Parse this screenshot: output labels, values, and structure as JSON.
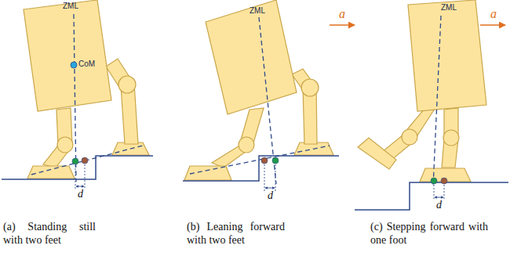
{
  "diagram": {
    "labels": [
      "ZML",
      "CoM",
      "d",
      "(a) Standing still with two feet",
      "ZML",
      "a",
      "d",
      "(b) Leaning forward with two feet",
      "ZML",
      "a",
      "d",
      "(c) Stepping forward with one foot"
    ]
  }
}
